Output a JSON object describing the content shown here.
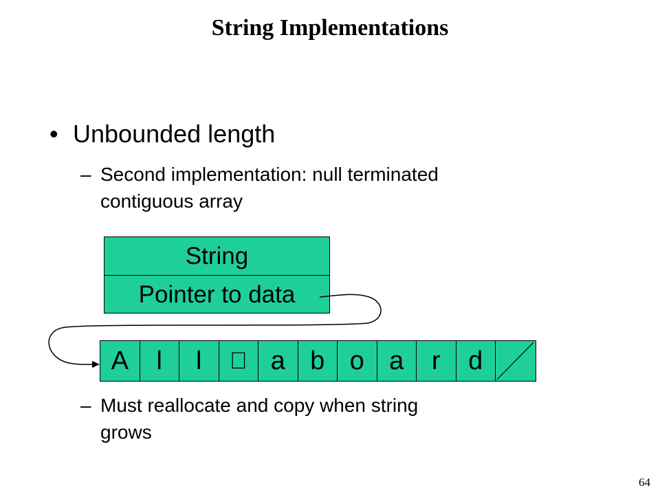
{
  "slide": {
    "title": "String Implementations",
    "bullet": "Unbounded length",
    "sub_bullets": [
      {
        "line1": "Second implementation:  null terminated",
        "line2": "contiguous array"
      },
      {
        "line1": "Must reallocate and copy when string",
        "line2": "grows"
      }
    ],
    "dash": "–",
    "bullet_glyph": "•",
    "page_number": "64"
  },
  "diagram": {
    "string_record": {
      "header": "String",
      "field": "Pointer to data"
    },
    "array_cells": [
      "A",
      "l",
      "l",
      "",
      "a",
      "b",
      "o",
      "a",
      "r",
      "d"
    ],
    "null_cell": "null-terminator-slash",
    "fill_color": "#1fcf99"
  }
}
